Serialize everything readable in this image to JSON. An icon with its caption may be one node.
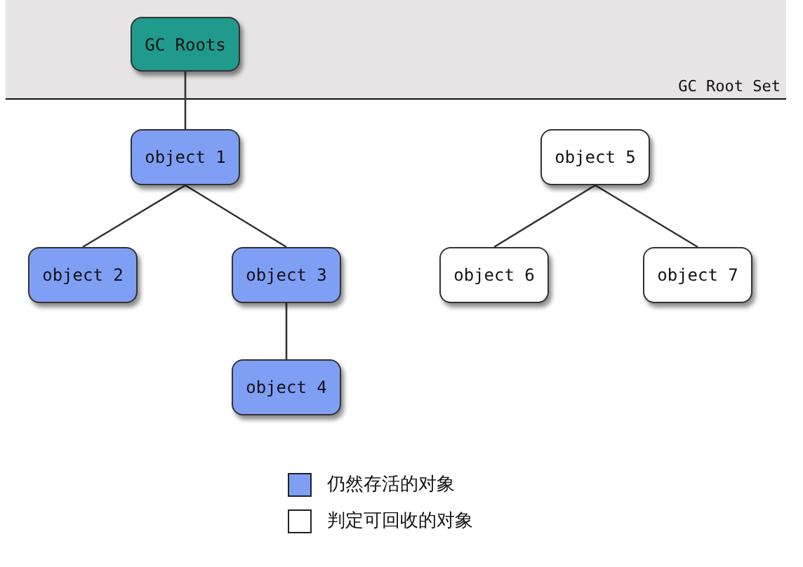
{
  "diagram": {
    "nodes": [
      {
        "text": [
          "GC Root Set"
        ]
      },
      {
        "text": [
          "GC Roots"
        ],
        "in": 0
      },
      {
        "text": [
          "object 1"
        ]
      },
      {
        "text": [
          "object 5"
        ]
      },
      {
        "text": [
          "object 2"
        ]
      },
      {
        "text": [
          "object 3"
        ]
      },
      {
        "text": [
          "object 6"
        ]
      },
      {
        "text": [
          "object 7"
        ]
      },
      {
        "text": [
          "object 4"
        ]
      }
    ],
    "edges": [
      {
        "from": 1,
        "to": 2,
        "arrow": "none"
      },
      {
        "from": 2,
        "to": 4,
        "arrow": "none"
      },
      {
        "from": 2,
        "to": 5,
        "arrow": "none"
      },
      {
        "from": 3,
        "to": 6,
        "arrow": "none"
      },
      {
        "from": 3,
        "to": 7,
        "arrow": "none"
      },
      {
        "from": 5,
        "to": 8,
        "arrow": "none"
      }
    ],
    "legend": [
      {
        "text": "仍然存活的对象",
        "color": "#7f9ff5"
      },
      {
        "text": "判定可回收的对象",
        "color": "#ffffff"
      }
    ]
  }
}
